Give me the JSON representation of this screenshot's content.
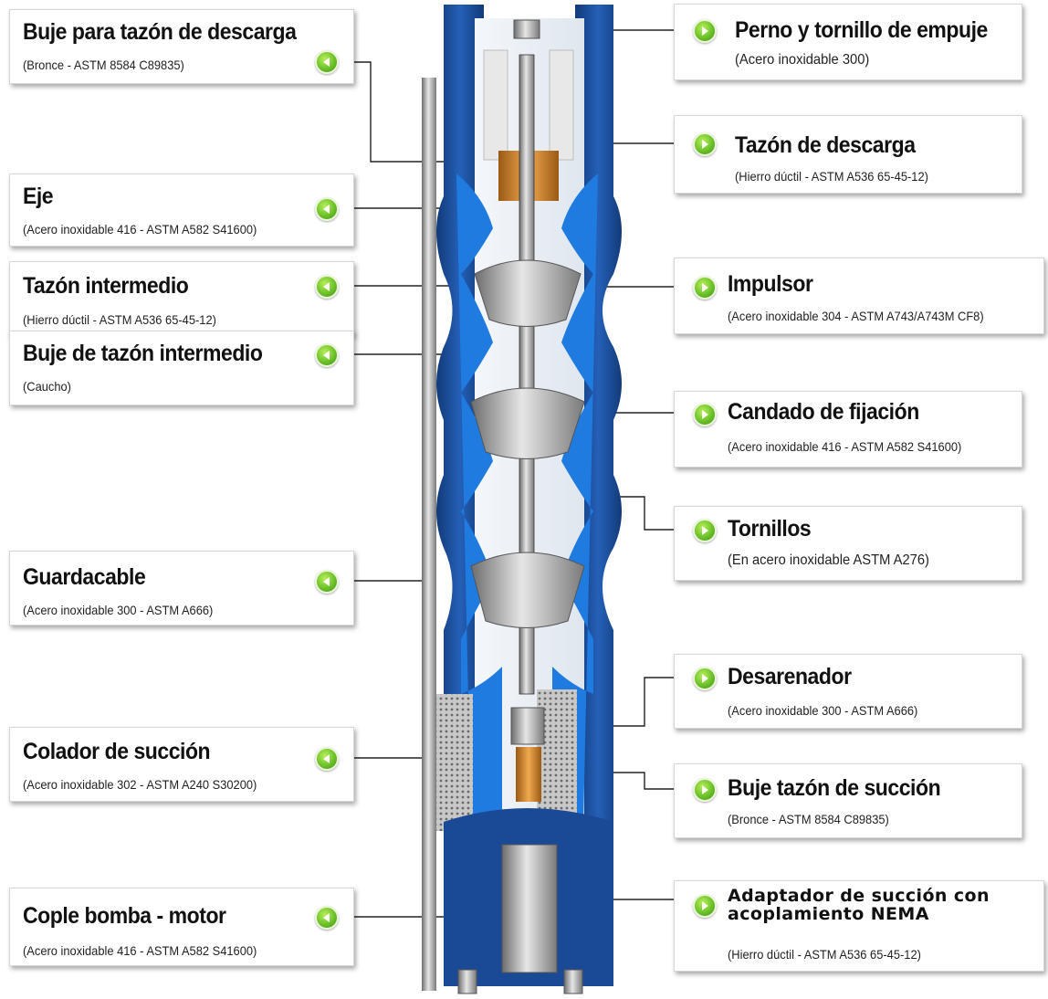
{
  "labels": {
    "buje_descarga": {
      "title": "Buje para tazón de descarga",
      "sub": "(Bronce - ASTM 8584 C89835)"
    },
    "eje": {
      "title": "Eje",
      "sub": "(Acero inoxidable 416 - ASTM A582 S41600)"
    },
    "tazon_intermedio": {
      "title": "Tazón intermedio",
      "sub": "(Hierro dúctil - ASTM A536 65-45-12)"
    },
    "buje_intermedio": {
      "title": "Buje de tazón intermedio",
      "sub": "(Caucho)"
    },
    "guardacable": {
      "title": "Guardacable",
      "sub": "(Acero inoxidable 300 - ASTM A666)"
    },
    "colador": {
      "title": "Colador de succión",
      "sub": "(Acero inoxidable 302 - ASTM A240 S30200)"
    },
    "cople": {
      "title": "Cople bomba - motor",
      "sub": "(Acero inoxidable 416 - ASTM A582 S41600)"
    },
    "perno": {
      "title": "Perno y tornillo de empuje",
      "sub": "(Acero inoxidable 300)"
    },
    "tazon_descarga": {
      "title": "Tazón de descarga",
      "sub": "(Hierro dúctil - ASTM A536 65-45-12)"
    },
    "impulsor": {
      "title": "Impulsor",
      "sub": "(Acero inoxidable 304 - ASTM A743/A743M CF8)"
    },
    "candado": {
      "title": "Candado de fijación",
      "sub": "(Acero inoxidable 416 - ASTM A582 S41600)"
    },
    "tornillos": {
      "title": "Tornillos",
      "sub": "(En acero inoxidable ASTM A276)"
    },
    "desarenador": {
      "title": "Desarenador",
      "sub": "(Acero inoxidable 300 - ASTM A666)"
    },
    "buje_succion": {
      "title": "Buje tazón de succión",
      "sub": "(Bronce - ASTM 8584 C89835)"
    },
    "adaptador": {
      "title1": "Adaptador de succión con",
      "title2": "acoplamiento NEMA",
      "sub": "(Hierro dúctil - ASTM A536 65-45-12)"
    }
  },
  "colors": {
    "pump_blue": "#1f69c9",
    "pump_dark": "#18407e",
    "bullet_green": "#6cc12a",
    "leader": "#222222"
  }
}
